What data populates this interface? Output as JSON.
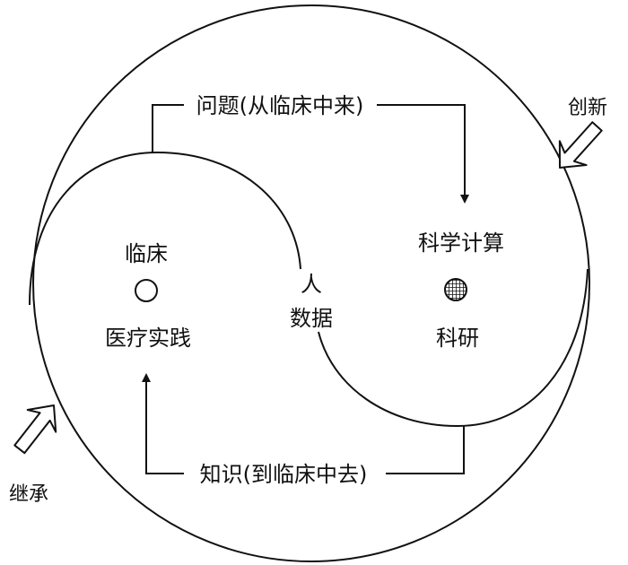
{
  "diagram": {
    "arrow_top": "问题(从临床中来)",
    "arrow_bottom": "知识(到临床中去)",
    "left_top": "临床",
    "left_bottom": "医疗实践",
    "right_top": "科学计算",
    "right_bottom": "科研",
    "center_line1": "人",
    "center_line2": "数据",
    "innovation": "创新",
    "inheritance": "继承"
  },
  "colors": {
    "stroke": "#111111",
    "background": "#ffffff"
  }
}
